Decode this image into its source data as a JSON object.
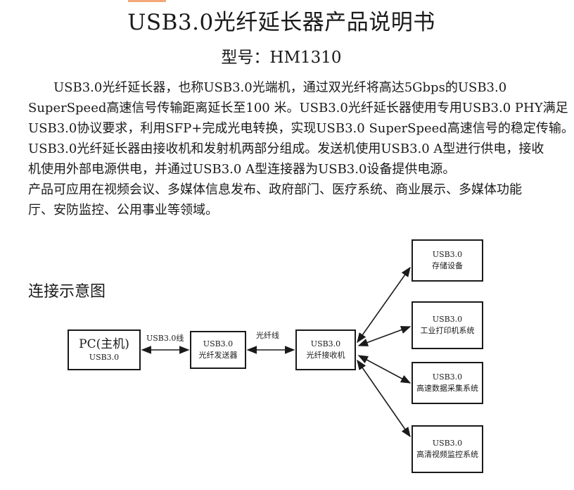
{
  "colors": {
    "accent": "#f3a97a",
    "ink": "#1a1a1a"
  },
  "header": {
    "title": "USB3.0光纤延长器产品说明书",
    "model": "型号：HM1310"
  },
  "description": {
    "lines": [
      "USB3.0光纤延长器，也称USB3.0光端机，通过双光纤将高达5Gbps的USB3.0",
      "SuperSpeed高速信号传输距离延长至100 米。USB3.0光纤延长器使用专用USB3.0 PHY满足",
      "USB3.0协议要求，利用SFP+完成光电转换，实现USB3.0 SuperSpeed高速信号的稳定传输。",
      "USB3.0光纤延长器由接收机和发射机两部分组成。发送机使用USB3.0 A型进行供电，接收",
      "机使用外部电源供电，并通过USB3.0 A型连接器为USB3.0设备提供电源。",
      "产品可应用在视频会议、多媒体信息发布、政府部门、医疗系统、商业展示、多媒体功能",
      "厅、安防监控、公用事业等领域。"
    ]
  },
  "diagram": {
    "title": "连接示意图",
    "pc": {
      "label": "PC(主机)",
      "sub": "USB3.0"
    },
    "cable_usb": "USB3.0线",
    "cable_fiber": "光纤线",
    "transmitter": {
      "line1": "USB3.0",
      "line2": "光纤发送器"
    },
    "receiver": {
      "line1": "USB3.0",
      "line2": "光纤接收机"
    },
    "devices": [
      {
        "line1": "USB3.0",
        "line2": "存储设备"
      },
      {
        "line1": "USB3.0",
        "line2": "工业打印机系统"
      },
      {
        "line1": "USB3.0",
        "line2": "高速数据采集系统"
      },
      {
        "line1": "USB3.0",
        "line2": "高清视频监控系统"
      }
    ]
  }
}
